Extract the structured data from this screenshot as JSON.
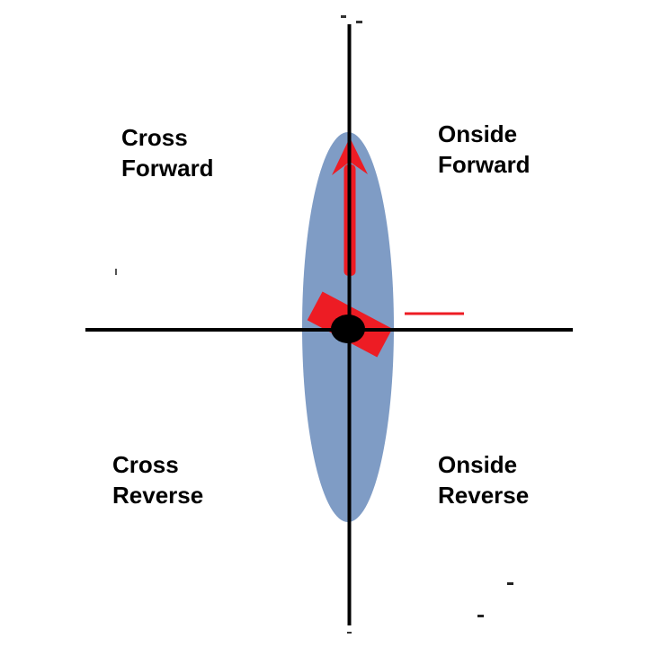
{
  "diagram": {
    "background_color": "#ffffff",
    "axis_color": "#000000",
    "ellipse_color": "#7f9cc5",
    "red_color": "#ed1c24",
    "quadrant_labels": {
      "top_left": {
        "line1": "Cross",
        "line2": "Forward"
      },
      "top_right": {
        "line1": "Onside",
        "line2": "Forward"
      },
      "bottom_left": {
        "line1": "Cross",
        "line2": "Reverse"
      },
      "bottom_right": {
        "line1": "Onside",
        "line2": "Reverse"
      }
    }
  }
}
